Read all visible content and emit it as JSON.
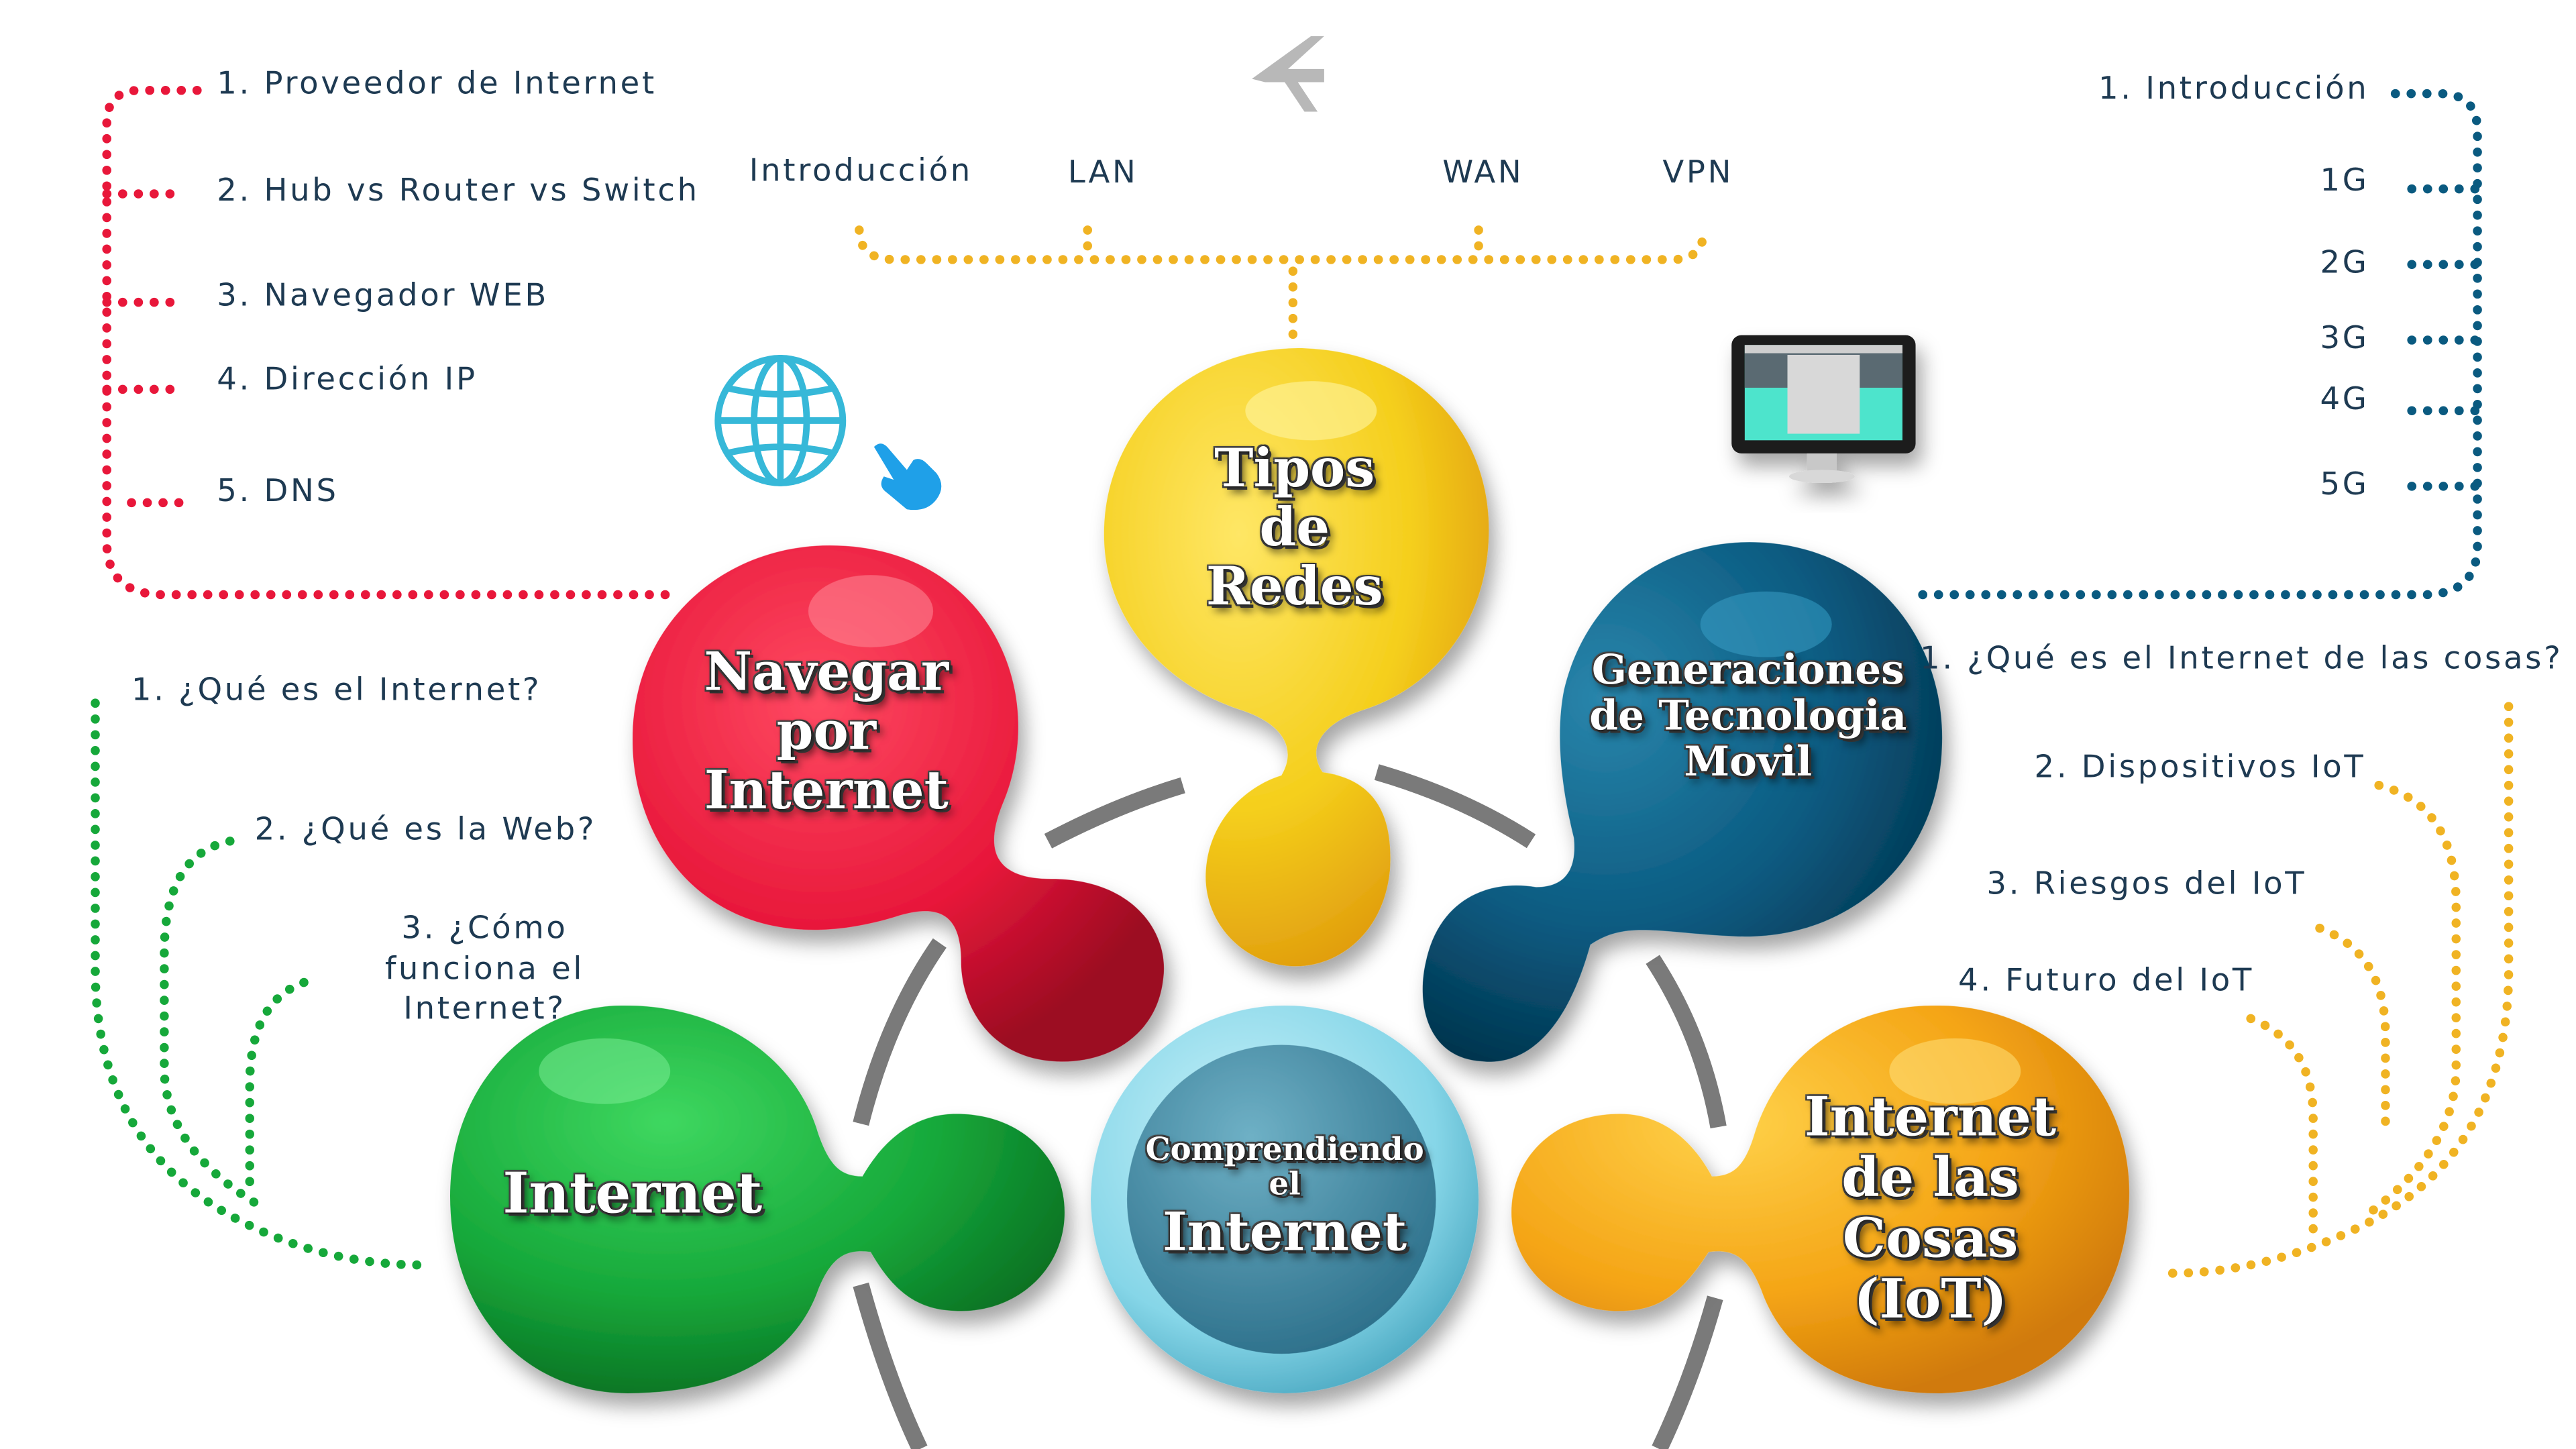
{
  "center": {
    "line1": "Comprendiendo",
    "line2": "el",
    "line3": "Internet"
  },
  "nodes": {
    "navegar": "Navegar por Internet",
    "tipos_redes": "Tipos de Redes",
    "generaciones": "Generaciones de Tecnologia Movil",
    "internet": "Internet",
    "iot": "Internet de las Cosas (IoT)"
  },
  "navegar_topics": [
    "1. Proveedor de Internet",
    "2. Hub vs Router vs Switch",
    "3. Navegador WEB",
    "4. Dirección IP",
    "5. DNS"
  ],
  "redes_topics": [
    "Introducción",
    "LAN",
    "WAN",
    "VPN"
  ],
  "movil_topics": [
    "1. Introducción",
    "1G",
    "2G",
    "3G",
    "4G",
    "5G"
  ],
  "internet_topics": [
    "1. ¿Qué es el Internet?",
    "2. ¿Qué es la Web?",
    "3. ¿Cómo funciona el Internet?"
  ],
  "iot_topics": [
    "1. ¿Qué es el Internet de las cosas?",
    "2. Dispositivos IoT",
    "3. Riesgos del IoT",
    "4. Futuro del IoT"
  ],
  "colors": {
    "red": "#e8173a",
    "yellow": "#f5c518",
    "blue": "#0a5a80",
    "green": "#16a83a",
    "orange": "#f5a516",
    "light_blue": "#7fcfe0",
    "gray": "#7a7a7a"
  },
  "icons": [
    "logo-icon",
    "globe-icon",
    "pointing-hand-icon",
    "monitor-icon"
  ]
}
